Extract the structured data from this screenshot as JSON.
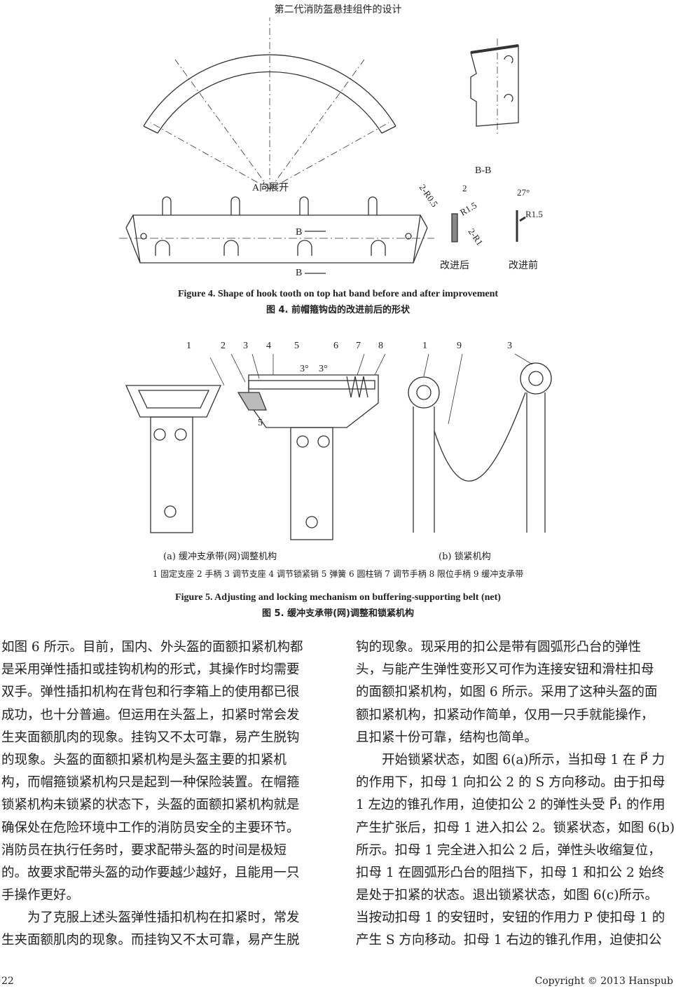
{
  "header": {
    "title": "第二代消防盔悬挂组件的设计"
  },
  "figure4": {
    "labels": {
      "view_a": "A向展开",
      "section": "B-B",
      "b1": "B",
      "b2": "B",
      "r05": "2-R0.5",
      "dim2": "2",
      "r15": "R1.5",
      "r1": "2-R1",
      "deg27": "27°",
      "r15b": "R1.5",
      "after": "改进后",
      "before": "改进前"
    },
    "caption_en": "Figure 4. Shape of hook tooth on top hat band before and after improvement",
    "caption_zh": "图 4.  前帽箍钩齿的改进前后的形状"
  },
  "figure5": {
    "numbers": [
      "1",
      "2",
      "3",
      "4",
      "5",
      "6",
      "7",
      "8",
      "1",
      "9",
      "3"
    ],
    "angle1": "3°",
    "angle2": "3°",
    "dim5": "5",
    "sub_a": "(a)  缓冲支承带(网)调整机构",
    "sub_b": "(b)  锁紧机构",
    "legend": "1 固定支座  2 手柄  3 调节支座  4 调节锁紧销  5 弹簧  6 圆柱销  7 调节手柄  8 限位手柄  9 缓冲支承带",
    "caption_en": "Figure 5. Adjusting and locking mechanism on buffering-supporting belt (net)",
    "caption_zh": "图 5.  缓冲支承带(网)调整和锁紧机构"
  },
  "body": {
    "left": [
      "如图 6 所示。目前，国内、外头盔的面额扣紧机构都",
      "是采用弹性插扣或挂钩机构的形式，其操作时均需要",
      "双手。弹性插扣机构在背包和行李箱上的使用都已很",
      "成功，也十分普遍。但运用在头盔上，扣紧时常会发",
      "生夹面额肌肉的现象。挂钩又不太可靠，易产生脱钩",
      "的现象。头盔的面额扣紧机构是头盔主要的扣紧机",
      "构，而帽箍锁紧机构只是起到一种保险装置。在帽箍",
      "锁紧机构未锁紧的状态下，头盔的面额扣紧机构就是",
      "确保处在危险环境中工作的消防员安全的主要环节。",
      "消防员在执行任务时，要求配带头盔的时间是极短",
      "的。故要求配带头盔的动作要越少越好，且能用一只",
      "手操作更好。",
      "　　为了克服上述头盔弹性插扣机构在扣紧时，常发",
      "生夹面额肌肉的现象。而挂钩又不太可靠，易产生脱"
    ],
    "right": [
      "钩的现象。现采用的扣公是带有圆弧形凸台的弹性",
      "头，与能产生弹性变形又可作为连接安钮和滑柱扣母",
      "的面额扣紧机构，如图 6 所示。采用了这种头盔的面",
      "额扣紧机构，扣紧动作简单，仅用一只手就能操作，",
      "且扣紧十份可靠，结构也简单。",
      "　　开始锁紧状态，如图 6(a)所示，当扣母 1 在 P⃗ 力",
      "的作用下，扣母 1 向扣公 2 的 S 方向移动。由于扣母",
      "1 左边的锥孔作用，迫使扣公 2 的弹性头受 P⃗₁ 的作用",
      "产生扩张后，扣母 1 进入扣公 2。锁紧状态，如图 6(b)",
      "所示。扣母 1 完全进入扣公 2 后，弹性头收缩复位，",
      "扣母 1 在圆弧形凸台的阻挡下，扣母 1 和扣公 2 始终",
      "是处于扣紧的状态。退出锁紧状态，如图 6(c)所示。",
      "当按动扣母 1 的安钮时，安钮的作用力 P 使扣母 1 的",
      "产生 S 方向移动。扣母 1 右边的锥孔作用，迫使扣公"
    ]
  },
  "footer": {
    "page": "22",
    "copyright": "Copyright © 2013 Hanspub"
  }
}
